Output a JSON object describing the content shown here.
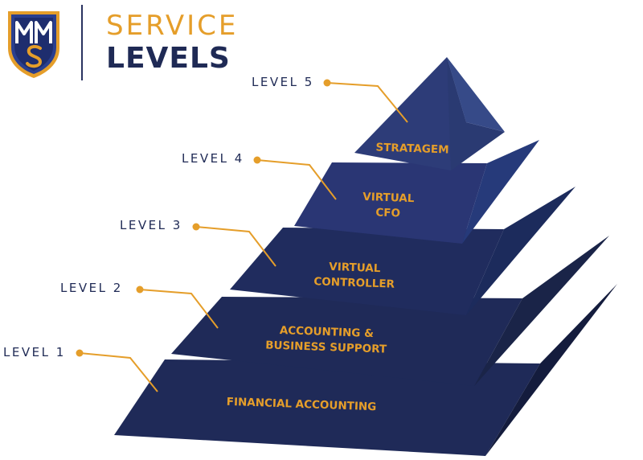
{
  "header": {
    "title_line1": "SERVICE",
    "title_line2": "LEVELS",
    "logo_icon": "shield-monogram-icon",
    "colors": {
      "navy": "#1f2a55",
      "gold": "#e59e2a"
    }
  },
  "levels": [
    {
      "label": "LEVEL 5",
      "tier_line1": "STRATAGEM",
      "tier_line2": ""
    },
    {
      "label": "LEVEL 4",
      "tier_line1": "VIRTUAL",
      "tier_line2": "CFO"
    },
    {
      "label": "LEVEL 3",
      "tier_line1": "VIRTUAL",
      "tier_line2": "CONTROLLER"
    },
    {
      "label": "LEVEL 2",
      "tier_line1": "ACCOUNTING &",
      "tier_line2": "BUSINESS SUPPORT"
    },
    {
      "label": "LEVEL 1",
      "tier_line1": "FINANCIAL ACCOUNTING",
      "tier_line2": ""
    }
  ]
}
